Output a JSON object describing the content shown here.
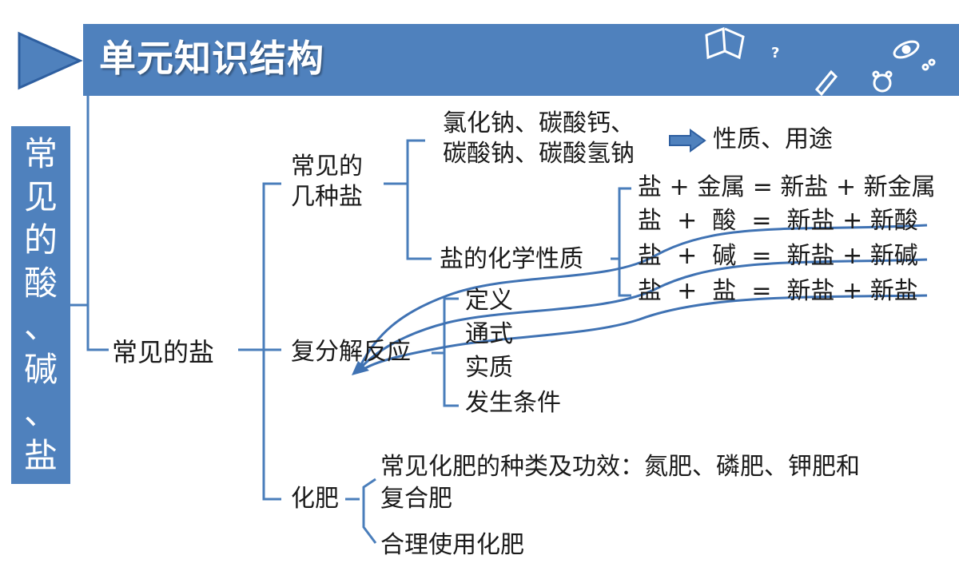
{
  "header": {
    "title": "单元知识结构"
  },
  "sidebar": {
    "chars": [
      "常",
      "见",
      "的",
      "酸",
      "、",
      "碱",
      "、",
      "盐"
    ]
  },
  "tree": {
    "root": "常见的盐",
    "branch1": {
      "line1": "常见的",
      "line2": "几种盐",
      "salts_line1": "氯化钠、碳酸钙、",
      "salts_line2": "碳酸钠、碳酸氢钠",
      "salts_result": "性质、用途",
      "chem_props_label": "盐的化学性质",
      "reactions": [
        "盐 + 金属 = 新盐 + 新金属",
        "盐  +  酸  =  新盐 + 新酸",
        "盐  +  碱  =  新盐 + 新碱",
        "盐  +  盐  =  新盐 + 新盐"
      ]
    },
    "branch2": {
      "label": "复分解反应",
      "items": [
        "定义",
        "通式",
        "实质",
        "发生条件"
      ]
    },
    "branch3": {
      "label": "化肥",
      "item1_line1": "常见化肥的种类及功效：氮肥、磷肥、钾肥和",
      "item1_line2": "复合肥",
      "item2": "合理使用化肥"
    }
  },
  "colors": {
    "banner": "#4f81bd",
    "lines": "#4a7ebb",
    "arrow": "#2e5fa0"
  }
}
